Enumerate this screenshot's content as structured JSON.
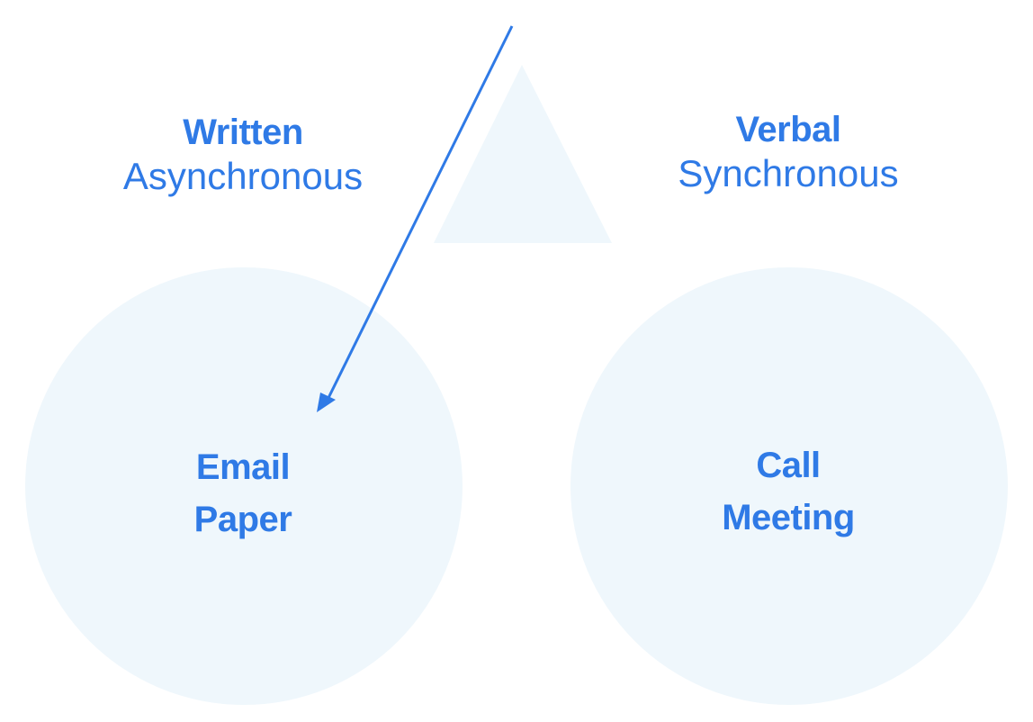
{
  "colors": {
    "accent": "#2f7ae6",
    "shape_fill": "#eff7fc",
    "background": "#ffffff"
  },
  "written": {
    "title": "Written",
    "subtitle": "Asynchronous"
  },
  "verbal": {
    "title": "Verbal",
    "subtitle": "Synchronous"
  },
  "left_circle": {
    "line1": "Email",
    "line2": "Paper"
  },
  "right_circle": {
    "line1": "Call",
    "line2": "Meeting"
  }
}
